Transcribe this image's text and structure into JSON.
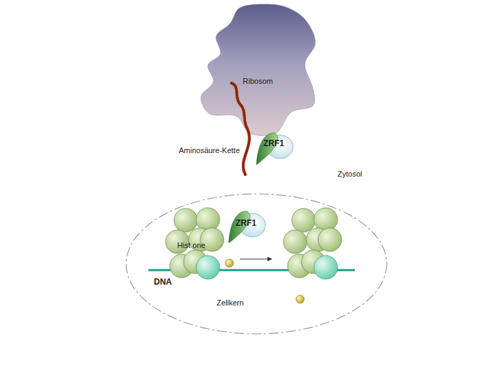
{
  "diagram": {
    "nodes": [
      {
        "text": [
          "Ribosom"
        ]
      },
      {
        "text": [
          "ZRF1"
        ]
      },
      {
        "text": [
          "Zellkern"
        ]
      },
      {
        "text": [
          "Hist one"
        ],
        "in": 2
      },
      {
        "text": [
          "ZRF1"
        ],
        "in": 2
      }
    ],
    "labels": [
      "Aminosäure-Kette",
      "Zytosol",
      "DNA"
    ]
  }
}
